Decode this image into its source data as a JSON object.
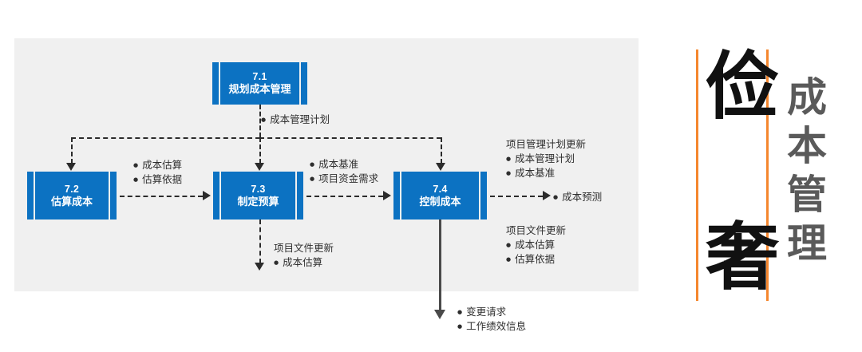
{
  "diagram": {
    "title_block": {
      "big_chars": [
        "俭",
        "奢"
      ],
      "vertical_title": "成本管理",
      "rule_color": "#F5872E",
      "big_char_color": "#111111",
      "title_color": "#5A5A5A"
    },
    "panel_color": "#F0F0F0",
    "box_color": "#0C72C2",
    "boxes": [
      {
        "id": "7.1",
        "number": "7.1",
        "name": "规划成本管理"
      },
      {
        "id": "7.2",
        "number": "7.2",
        "name": "估算成本"
      },
      {
        "id": "7.3",
        "number": "7.3",
        "name": "制定预算"
      },
      {
        "id": "7.4",
        "number": "7.4",
        "name": "控制成本"
      }
    ],
    "labels": {
      "from_71": {
        "header": "",
        "bullets": [
          "成本管理计划"
        ]
      },
      "from_72": {
        "header": "",
        "bullets": [
          "成本估算",
          "估算依据"
        ]
      },
      "from_73_right": {
        "header": "",
        "bullets": [
          "成本基准",
          "项目资金需求"
        ]
      },
      "from_73_down": {
        "header": "项目文件更新",
        "bullets": [
          "成本估算"
        ]
      },
      "from_74_pm_update": {
        "header": "项目管理计划更新",
        "bullets": [
          "成本管理计划",
          "成本基准"
        ]
      },
      "from_74_forecast": {
        "header": "",
        "bullets": [
          "成本预测"
        ]
      },
      "from_74_doc_update": {
        "header": "项目文件更新",
        "bullets": [
          "成本估算",
          "估算依据"
        ]
      },
      "from_74_down": {
        "header": "",
        "bullets": [
          "变更请求",
          "工作绩效信息"
        ]
      }
    }
  }
}
